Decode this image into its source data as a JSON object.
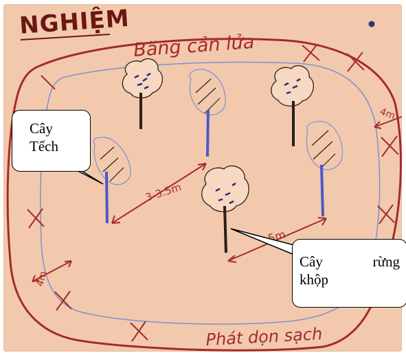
{
  "heading": "NGHIỆM",
  "labels": {
    "firebreak": "Băng cản lửa",
    "clearing": "Phát dọn sạch",
    "distance_teak": "3-3.5m",
    "distance_forest": "5m",
    "distance_left": "4m",
    "distance_right": "4m"
  },
  "callouts": {
    "teak_line1": "Cây",
    "teak_line2": "Tếch",
    "forest_word1": "Cây",
    "forest_word2": "rừng",
    "forest_line2": "khộp"
  },
  "colors": {
    "paper": "#f2c9ad",
    "marker_red": "#a52a2a",
    "marker_blue": "#4a59c8",
    "marker_black": "#2a1f1a"
  }
}
